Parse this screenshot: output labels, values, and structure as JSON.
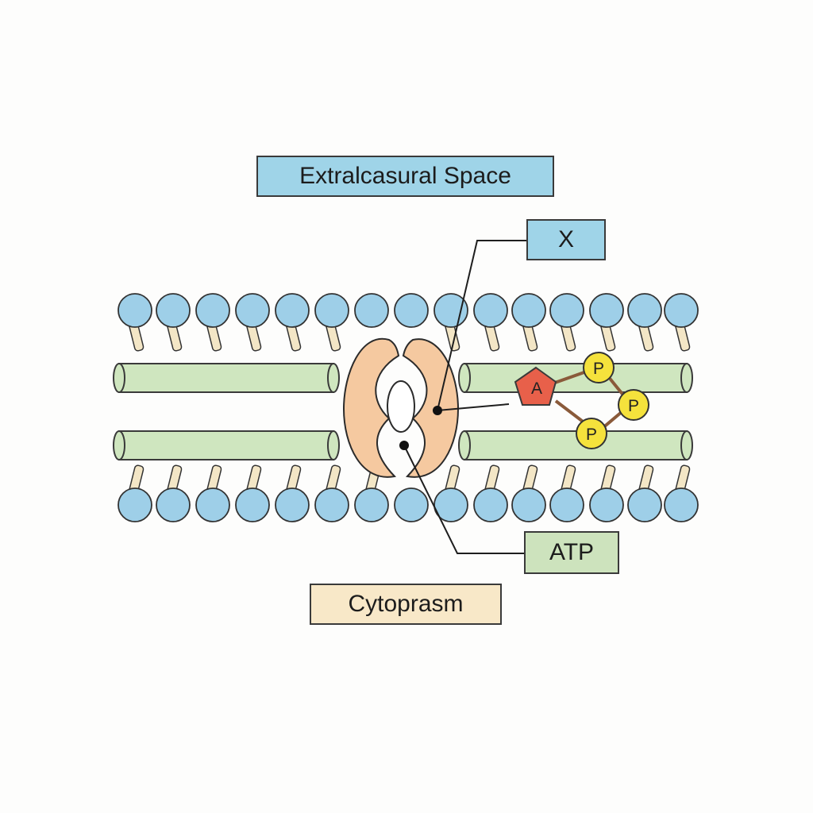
{
  "labels": {
    "extracellular": "Extralcasural Space",
    "marker": "X",
    "atp": "ATP",
    "cytoplasm": "Cytoprasm"
  },
  "atp_molecule": {
    "adenine_letter": "A",
    "phosphate_letter": "P"
  },
  "colors": {
    "extracellular_box": "#9fd4e8",
    "marker_box": "#9fd4e8",
    "atp_box": "#cde3bd",
    "cytoplasm_box": "#f8e8c8",
    "phospholipid_head": "#9ecfe8",
    "phospholipid_tail": "#f3e6c6",
    "membrane_cylinder": "#cfe6bf",
    "channel_protein": "#f5c9a0",
    "adenine": "#e8604a",
    "phosphate": "#f5e23c",
    "bond": "#8a5a3a"
  }
}
